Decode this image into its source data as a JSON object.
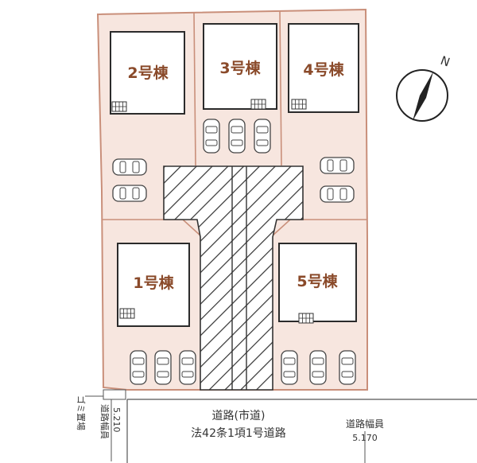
{
  "colors": {
    "lot_fill": "#f7e6df",
    "lot_border": "#c98f7a",
    "house_fill": "#ffffff",
    "house_border": "#2b2b2b",
    "label_color": "#8a4a2a",
    "hatch": "#333333",
    "road_border": "#555555"
  },
  "houses": [
    {
      "id": "house-2",
      "label": "2号棟"
    },
    {
      "id": "house-3",
      "label": "3号棟"
    },
    {
      "id": "house-4",
      "label": "4号棟"
    },
    {
      "id": "house-1",
      "label": "1号棟"
    },
    {
      "id": "house-5",
      "label": "5号棟"
    }
  ],
  "road": {
    "line1": "道路(市道)",
    "line2": "法42条1項1号道路"
  },
  "road_width_left": {
    "label": "道路幅員",
    "value": "5.210"
  },
  "road_width_right": {
    "label": "道路幅員",
    "value": "5.170"
  },
  "garbage_label": "ゴミ置場",
  "compass": {
    "label": "N"
  }
}
